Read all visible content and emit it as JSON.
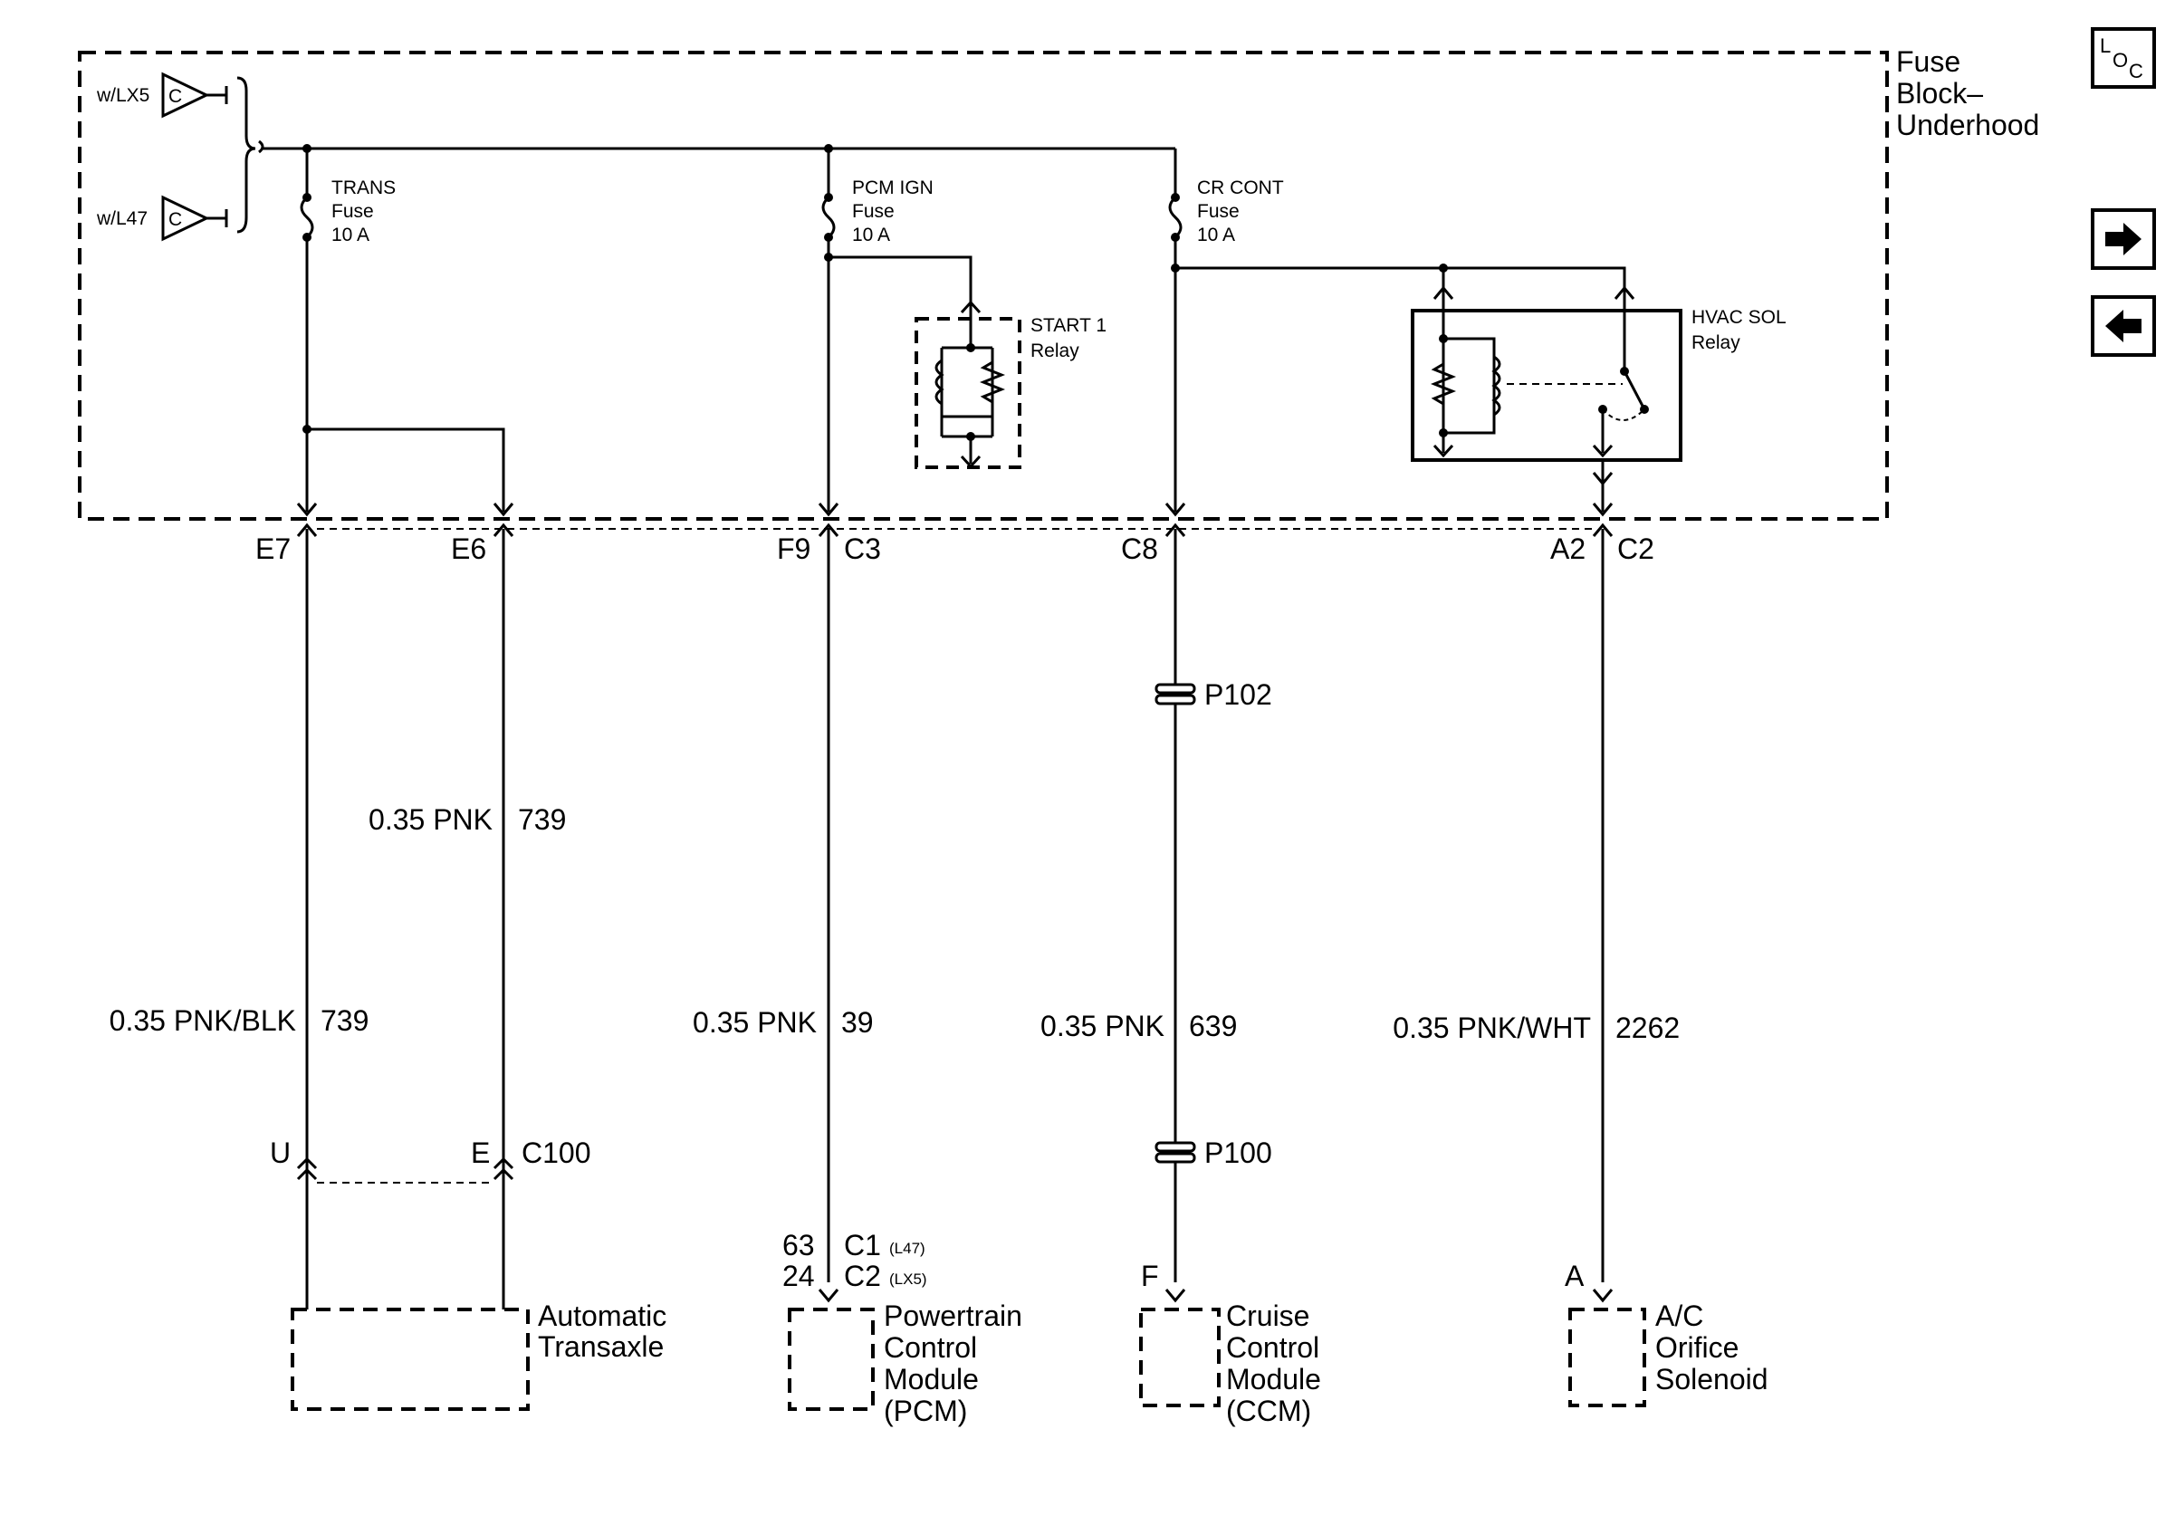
{
  "fuse_block": {
    "title_line1": "Fuse",
    "title_line2": "Block–",
    "title_line3": "Underhood"
  },
  "sources": [
    {
      "label": "w/LX5",
      "terminal": "C"
    },
    {
      "label": "w/L47",
      "terminal": "C"
    }
  ],
  "fuses": [
    {
      "name": "TRANS",
      "word": "Fuse",
      "rating": "10 A"
    },
    {
      "name": "PCM IGN",
      "word": "Fuse",
      "rating": "10 A"
    },
    {
      "name": "CR CONT",
      "word": "Fuse",
      "rating": "10 A"
    }
  ],
  "relays": [
    {
      "name": "START 1",
      "word": "Relay"
    },
    {
      "name": "HVAC SOL",
      "word": "Relay"
    }
  ],
  "pins_top": [
    "E7",
    "E6",
    "F9",
    "C3",
    "C8",
    "A2",
    "C2"
  ],
  "splices": [
    "P102",
    "P100"
  ],
  "wires": [
    {
      "size_color": "0.35 PNK",
      "circuit": "739"
    },
    {
      "size_color": "0.35 PNK/BLK",
      "circuit": "739"
    },
    {
      "size_color": "0.35 PNK",
      "circuit": "39"
    },
    {
      "size_color": "0.35 PNK",
      "circuit": "639"
    },
    {
      "size_color": "0.35 PNK/WHT",
      "circuit": "2262"
    }
  ],
  "connector_c100": {
    "pin_u": "U",
    "pin_e": "E",
    "name": "C100"
  },
  "pcm_pins": {
    "pin1": "63",
    "conn1": "C1",
    "opt1": "(L47)",
    "pin2": "24",
    "conn2": "C2",
    "opt2": "(LX5)"
  },
  "pins_bottom": {
    "ccm": "F",
    "ac": "A"
  },
  "components": {
    "trans": [
      "Automatic",
      "Transaxle"
    ],
    "pcm": [
      "Powertrain",
      "Control",
      "Module",
      "(PCM)"
    ],
    "ccm": [
      "Cruise",
      "Control",
      "Module",
      "(CCM)"
    ],
    "ac": [
      "A/C",
      "Orifice",
      "Solenoid"
    ]
  },
  "nav": {
    "loc_l": "L",
    "loc_o": "O",
    "loc_c": "C",
    "next_icon": "arrow-right-icon",
    "prev_icon": "arrow-left-icon"
  }
}
